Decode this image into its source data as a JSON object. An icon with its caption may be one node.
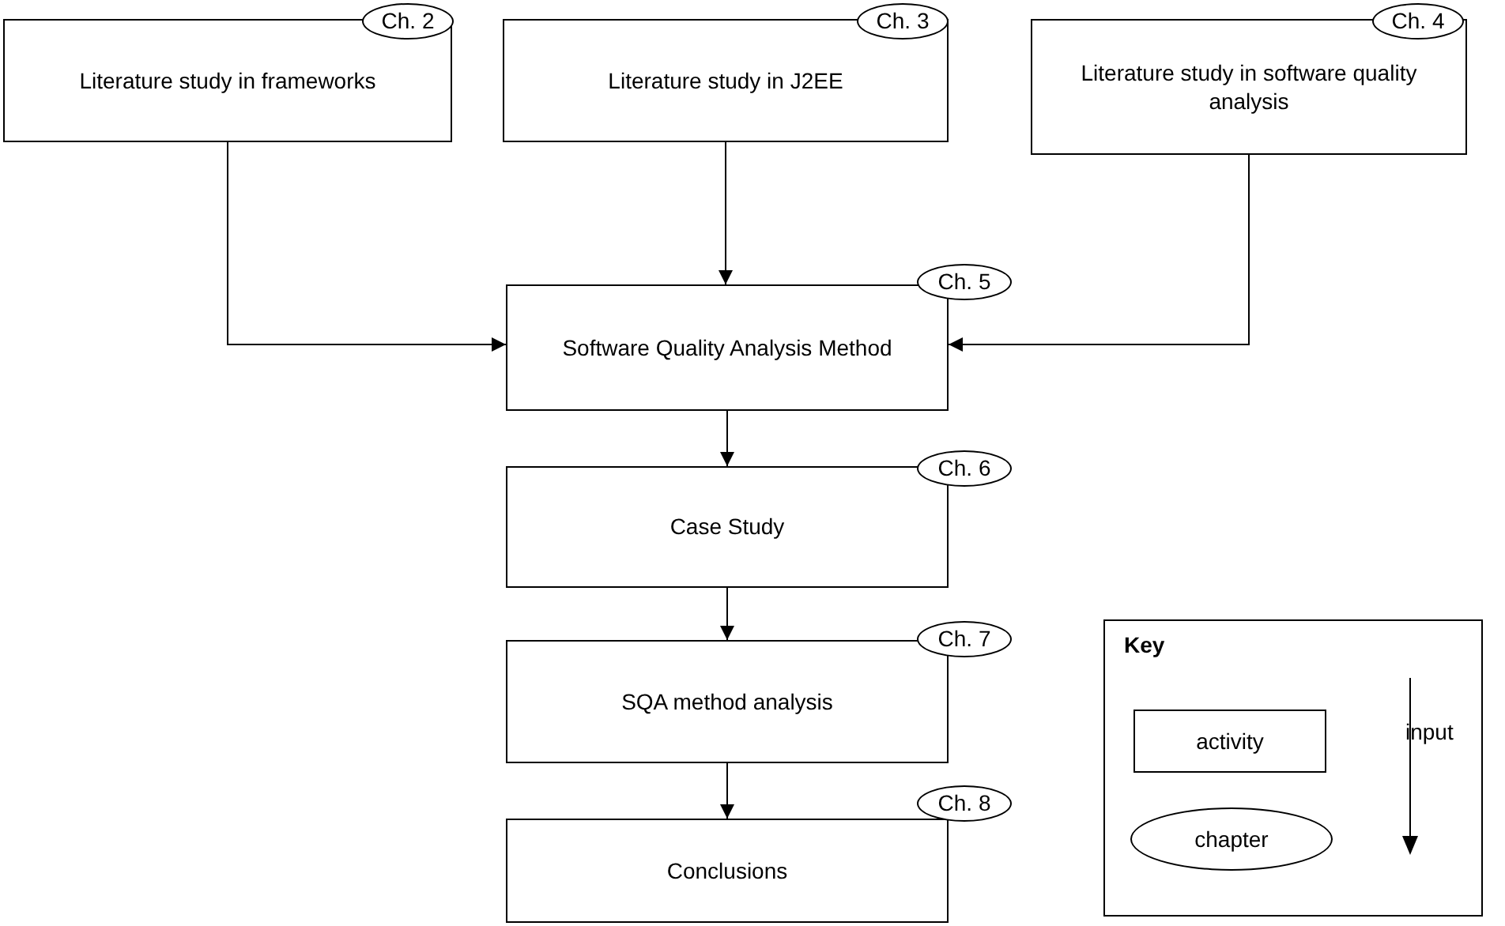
{
  "diagram": {
    "nodes": [
      {
        "text": [
          "Literature study in frameworks"
        ]
      },
      {
        "text": [
          "Ch. 2"
        ]
      },
      {
        "text": [
          "Literature study in J2EE"
        ]
      },
      {
        "text": [
          "Ch. 3"
        ]
      },
      {
        "text": [
          "Literature study in software quality analysis"
        ]
      },
      {
        "text": [
          "Ch. 4"
        ]
      },
      {
        "text": [
          "Software Quality Analysis Method"
        ]
      },
      {
        "text": [
          "Ch. 5"
        ]
      },
      {
        "text": [
          "Case Study"
        ]
      },
      {
        "text": [
          "Ch. 6"
        ]
      },
      {
        "text": [
          "SQA method analysis"
        ]
      },
      {
        "text": [
          "Ch. 7"
        ]
      },
      {
        "text": [
          "Conclusions"
        ]
      },
      {
        "text": [
          "Ch. 8"
        ]
      },
      {
        "text": [
          "Key"
        ]
      }
    ],
    "edges": [
      {
        "from": 0,
        "to": 6,
        "arrow": "to"
      },
      {
        "from": 2,
        "to": 6,
        "arrow": "to"
      },
      {
        "from": 4,
        "to": 6,
        "arrow": "to"
      },
      {
        "from": 6,
        "to": 8,
        "arrow": "to"
      },
      {
        "from": 8,
        "to": 10,
        "arrow": "to"
      },
      {
        "from": 10,
        "to": 12,
        "arrow": "to"
      }
    ],
    "legend": [
      {
        "text": "activity"
      },
      {
        "text": "chapter"
      },
      {
        "text": "input"
      }
    ]
  }
}
